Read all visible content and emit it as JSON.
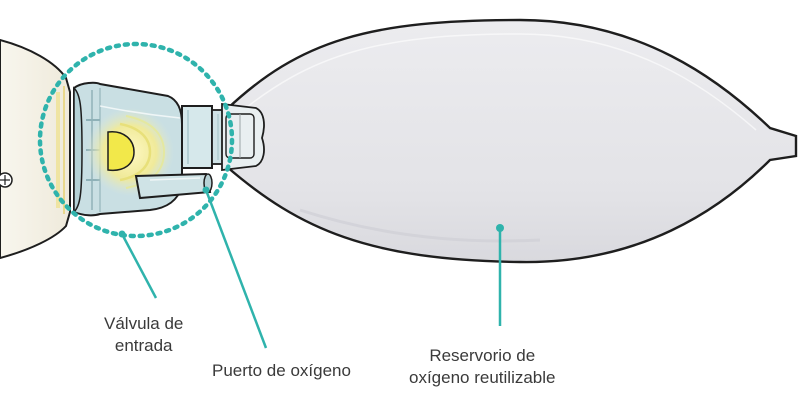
{
  "labels": {
    "inlet_valve": {
      "line1": "Válvula de",
      "line2": "entrada"
    },
    "oxygen_port": {
      "text": "Puerto de oxígeno"
    },
    "reservoir": {
      "line1": "Reservorio de",
      "line2": "oxígeno reutilizable"
    }
  },
  "colors": {
    "accent_teal": "#2fb3ac",
    "outline": "#1e1e1e",
    "reservoir_fill": "#e6e6e9",
    "bag_fill": "#f6f3e8",
    "valve_fill": "#c7dfe3",
    "valve_core": "#f2e84a",
    "label_text": "#3a3a3a"
  }
}
